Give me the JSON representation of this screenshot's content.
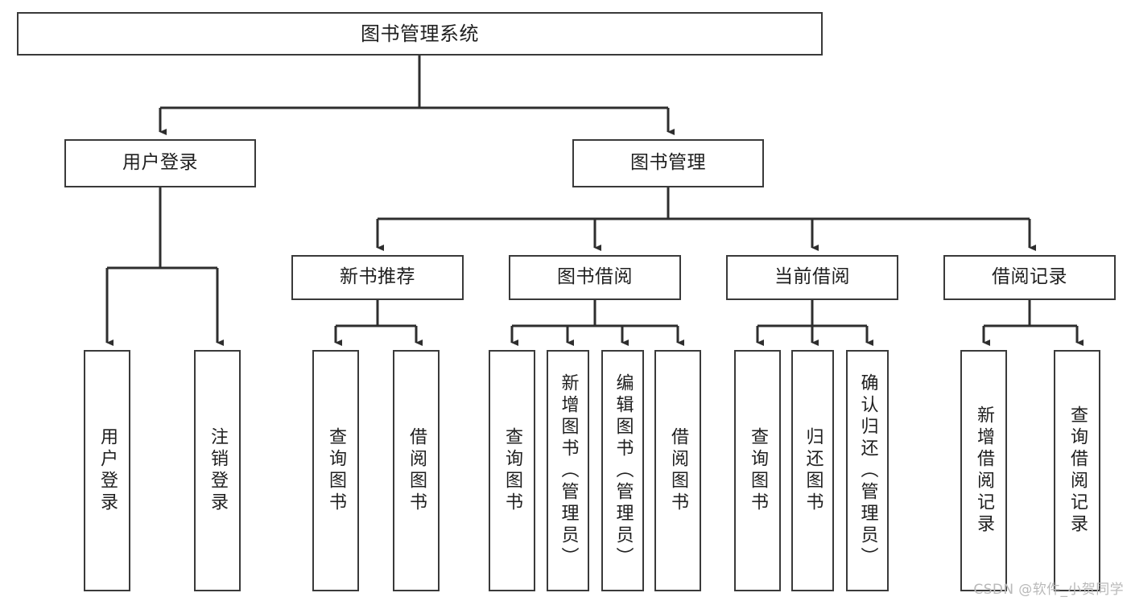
{
  "diagram": {
    "title": "图书管理系统",
    "type": "tree-hierarchy",
    "watermark": "CSDN @软件_小贺同学",
    "colors": {
      "background": "#ffffff",
      "box_border": "#3a3a3a",
      "box_fill": "#ffffff",
      "connector": "#2e2e2e",
      "text": "#1f1f1f",
      "watermark": "#b9b9b9"
    },
    "nodes": {
      "root": {
        "label": "图书管理系统"
      },
      "level2": [
        {
          "id": "user-login",
          "label": "用户登录"
        },
        {
          "id": "book-manage",
          "label": "图书管理"
        }
      ],
      "level3": [
        {
          "id": "new-book-recommend",
          "label": "新书推荐"
        },
        {
          "id": "book-borrow",
          "label": "图书借阅"
        },
        {
          "id": "current-borrow",
          "label": "当前借阅"
        },
        {
          "id": "borrow-record",
          "label": "借阅记录"
        }
      ],
      "leaves": {
        "user-login": [
          {
            "id": "leaf-user-login",
            "label": "用户登录"
          },
          {
            "id": "leaf-user-logout",
            "label": "注销登录"
          }
        ],
        "new-book-recommend": [
          {
            "id": "leaf-query-book-1",
            "label": "查询图书"
          },
          {
            "id": "leaf-borrow-book-1",
            "label": "借阅图书"
          }
        ],
        "book-borrow": [
          {
            "id": "leaf-query-book-2",
            "label": "查询图书"
          },
          {
            "id": "leaf-add-book",
            "label": "新增图书（管理员）"
          },
          {
            "id": "leaf-edit-book",
            "label": "编辑图书（管理员）"
          },
          {
            "id": "leaf-borrow-book-2",
            "label": "借阅图书"
          }
        ],
        "current-borrow": [
          {
            "id": "leaf-query-book-3",
            "label": "查询图书"
          },
          {
            "id": "leaf-return-book",
            "label": "归还图书"
          },
          {
            "id": "leaf-confirm-return",
            "label": "确认归还（管理员）"
          }
        ],
        "borrow-record": [
          {
            "id": "leaf-add-record",
            "label": "新增借阅记录"
          },
          {
            "id": "leaf-query-record",
            "label": "查询借阅记录"
          }
        ]
      }
    },
    "edges": [
      {
        "from": "root",
        "to": "user-login"
      },
      {
        "from": "root",
        "to": "book-manage"
      },
      {
        "from": "book-manage",
        "to": "new-book-recommend"
      },
      {
        "from": "book-manage",
        "to": "book-borrow"
      },
      {
        "from": "book-manage",
        "to": "current-borrow"
      },
      {
        "from": "book-manage",
        "to": "borrow-record"
      },
      {
        "from": "user-login",
        "to": "leaf-user-login"
      },
      {
        "from": "user-login",
        "to": "leaf-user-logout"
      },
      {
        "from": "new-book-recommend",
        "to": "leaf-query-book-1"
      },
      {
        "from": "new-book-recommend",
        "to": "leaf-borrow-book-1"
      },
      {
        "from": "book-borrow",
        "to": "leaf-query-book-2"
      },
      {
        "from": "book-borrow",
        "to": "leaf-add-book"
      },
      {
        "from": "book-borrow",
        "to": "leaf-edit-book"
      },
      {
        "from": "book-borrow",
        "to": "leaf-borrow-book-2"
      },
      {
        "from": "current-borrow",
        "to": "leaf-query-book-3"
      },
      {
        "from": "current-borrow",
        "to": "leaf-return-book"
      },
      {
        "from": "current-borrow",
        "to": "leaf-confirm-return"
      },
      {
        "from": "borrow-record",
        "to": "leaf-add-record"
      },
      {
        "from": "borrow-record",
        "to": "leaf-query-record"
      }
    ]
  }
}
